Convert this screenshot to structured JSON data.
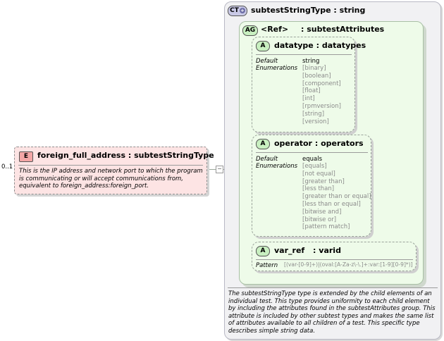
{
  "element": {
    "badge": "E",
    "cardinality": "0..1",
    "name": "foreign_full_address",
    "type": "subtestStringType",
    "documentation": "This is the IP address and network port to which the program is communicating or will accept communications from, equivalent to foreign_address:foreign_port.",
    "expander": "−"
  },
  "complex_type": {
    "badge": "CT",
    "name": "subtestStringType",
    "base": "string",
    "documentation": "The subtestStringType type is extended by the child elements of an individual test.  This type provides uniformity to each child element by including the attributes found in the subtestAttributes group.  This attribute is included by other subtest types and makes the same list of attributes available to all children of a test.  This specific type describes simple string data."
  },
  "attribute_group": {
    "badge": "AG",
    "ref": "<Ref>",
    "name": "subtestAttributes"
  },
  "attributes": [
    {
      "badge": "A",
      "name": "datatype",
      "type": "datatypes",
      "default_label": "Default",
      "default_value": "string",
      "enum_label": "Enumerations",
      "enumerations": [
        "[binary]",
        "[boolean]",
        "[component]",
        "[float]",
        "[int]",
        "[rpmversion]",
        "[string]",
        "[version]"
      ]
    },
    {
      "badge": "A",
      "name": "operator",
      "type": "operators",
      "default_label": "Default",
      "default_value": "equals",
      "enum_label": "Enumerations",
      "enumerations": [
        "[equals]",
        "[not equal]",
        "[greater than]",
        "[less than]",
        "[greater than or equal]",
        "[less than or equal]",
        "[bitwise and]",
        "[bitwise or]",
        "[pattern match]"
      ]
    },
    {
      "badge": "A",
      "name": "var_ref",
      "type": "varid",
      "pattern_label": "Pattern",
      "pattern": "[(var-[0-9]+)|(oval:[A-Za-z\\-\\.]+:var:[1-9][0-9]*)]"
    }
  ],
  "colors": {
    "element_fill": "#fde4e4",
    "element_badge": "#f3a6a6",
    "group_fill": "#eefbe9",
    "attr_badge": "#c8efc0",
    "ct_fill": "#f1f1f3",
    "ct_badge": "#c9c9e6"
  }
}
